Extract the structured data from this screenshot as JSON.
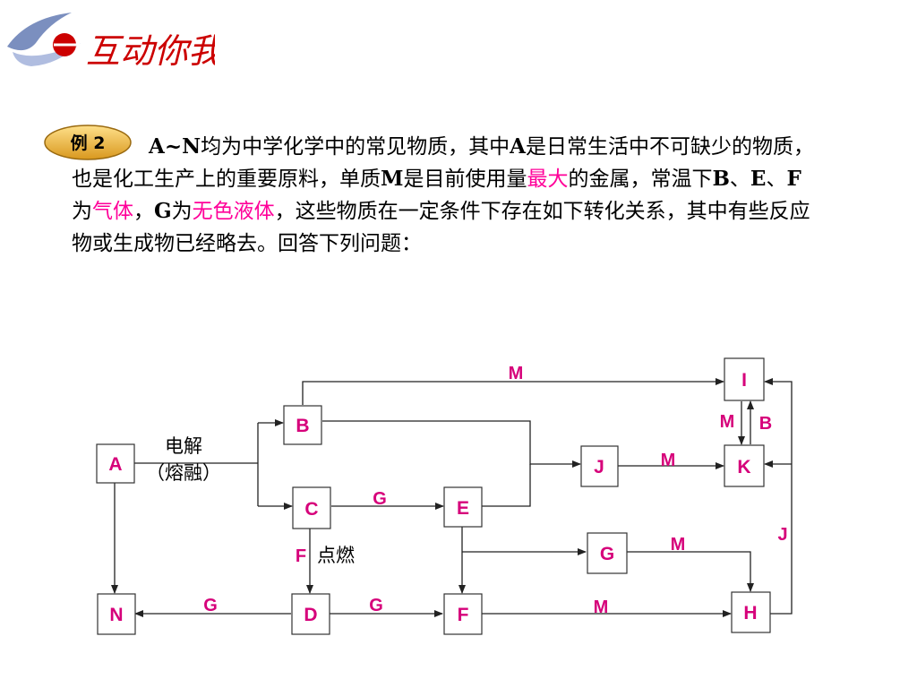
{
  "header": {
    "logo_text": "互动你我"
  },
  "problem": {
    "badge": "例 2",
    "segments": [
      {
        "t": "A~N",
        "b": true
      },
      {
        "t": "均为中学化学中的常见物质，其中"
      },
      {
        "t": "A",
        "b": true
      },
      {
        "t": "是日常生活中不可缺少的物质，也是化工生产上的重要原料，单质"
      },
      {
        "t": "M",
        "b": true
      },
      {
        "t": "是目前使用量"
      },
      {
        "t": "最大",
        "hl": true
      },
      {
        "t": "的金属，常温下"
      },
      {
        "t": "B",
        "b": true
      },
      {
        "t": "、"
      },
      {
        "t": "E",
        "b": true
      },
      {
        "t": "、"
      },
      {
        "t": "F",
        "b": true
      },
      {
        "t": "为"
      },
      {
        "t": "气体",
        "hl": true
      },
      {
        "t": "，"
      },
      {
        "t": "G",
        "b": true
      },
      {
        "t": "为"
      },
      {
        "t": "无色液体",
        "hl": true
      },
      {
        "t": "，这些物质在一定条件下存在如下转化关系，其中有些反应物或生成物已经略去。回答下列问题："
      }
    ]
  },
  "diagram": {
    "nodes": {
      "A": "A",
      "B": "B",
      "C": "C",
      "D": "D",
      "E": "E",
      "F": "F",
      "G": "G",
      "H": "H",
      "I": "I",
      "J": "J",
      "K": "K",
      "N": "N"
    },
    "labels": {
      "electrolysis": "电解",
      "molten": "（熔融）",
      "m_top": "M",
      "m_ik": "M",
      "b_ik": "B",
      "m_jk": "M",
      "g_ce": "G",
      "m_gh": "M",
      "j_right": "J",
      "f_cd": "F",
      "ignite": "点燃",
      "g_nd": "G",
      "g_df": "G",
      "m_fh": "M"
    }
  }
}
